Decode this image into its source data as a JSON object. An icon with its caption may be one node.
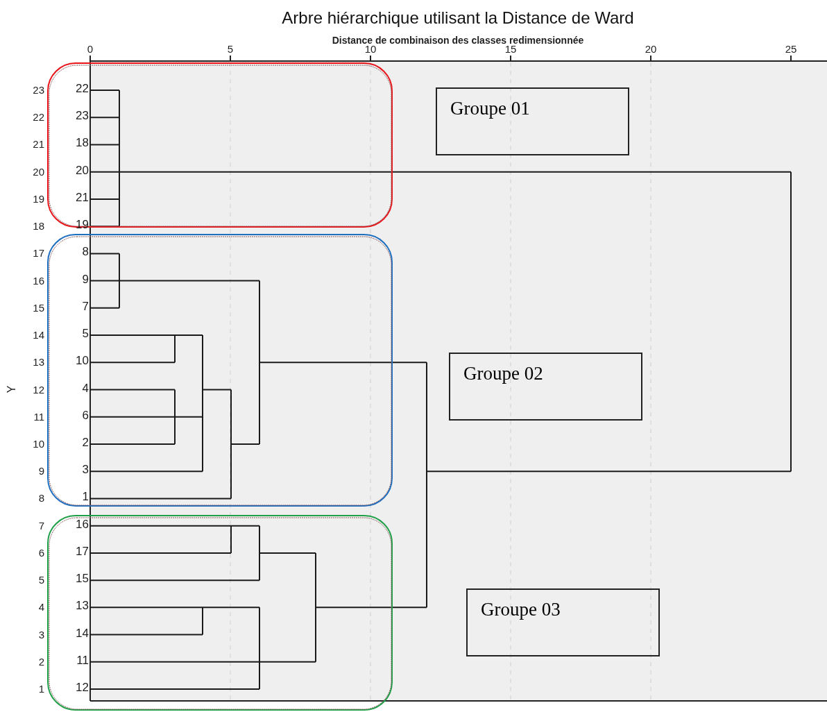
{
  "diagram": {
    "title": "Arbre hiérarchique utilisant la Distance de Ward",
    "nodes": [
      {
        "text": [],
        "shape": "box"
      },
      {
        "text": [
          "22"
        ],
        "in": 0
      },
      {
        "text": [
          "23"
        ],
        "in": 0
      },
      {
        "text": [
          "18"
        ],
        "in": 0
      },
      {
        "text": [
          "20"
        ],
        "in": 0
      },
      {
        "text": [
          "21"
        ],
        "in": 0
      },
      {
        "text": [
          "19"
        ],
        "in": 0
      },
      {
        "text": [],
        "shape": "box"
      },
      {
        "text": [
          "8"
        ],
        "in": 7
      },
      {
        "text": [
          "9"
        ],
        "in": 7
      },
      {
        "text": [
          "7"
        ],
        "in": 7
      },
      {
        "text": [
          "5"
        ],
        "in": 7
      },
      {
        "text": [
          "10"
        ],
        "in": 7
      },
      {
        "text": [
          "4"
        ],
        "in": 7
      },
      {
        "text": [
          "6"
        ],
        "in": 7
      },
      {
        "text": [
          "2"
        ],
        "in": 7
      },
      {
        "text": [
          "3"
        ],
        "in": 7
      },
      {
        "text": [
          "1"
        ],
        "in": 7
      },
      {
        "text": [],
        "shape": "box"
      },
      {
        "text": [
          "16"
        ],
        "in": 18
      },
      {
        "text": [
          "17"
        ],
        "in": 18
      },
      {
        "text": [
          "15"
        ],
        "in": 18
      },
      {
        "text": [
          "13"
        ],
        "in": 18
      },
      {
        "text": [
          "14"
        ],
        "in": 18
      },
      {
        "text": [
          "11"
        ],
        "in": 18
      },
      {
        "text": [
          "12"
        ],
        "in": 18
      },
      {
        "text": [
          "Groupe 01"
        ]
      },
      {
        "text": [
          "Groupe 02"
        ]
      },
      {
        "text": [
          "Groupe 03"
        ]
      }
    ],
    "labels": [
      "Distance de combinaison des classes redimensionnée",
      "0",
      "5",
      "10",
      "15",
      "20",
      "25",
      "Y",
      "23",
      "22",
      "21",
      "20",
      "19",
      "18",
      "17",
      "16",
      "15",
      "14",
      "13",
      "12",
      "11",
      "10",
      "9",
      "8",
      "7",
      "6",
      "5",
      "4",
      "3",
      "2",
      "1"
    ]
  }
}
